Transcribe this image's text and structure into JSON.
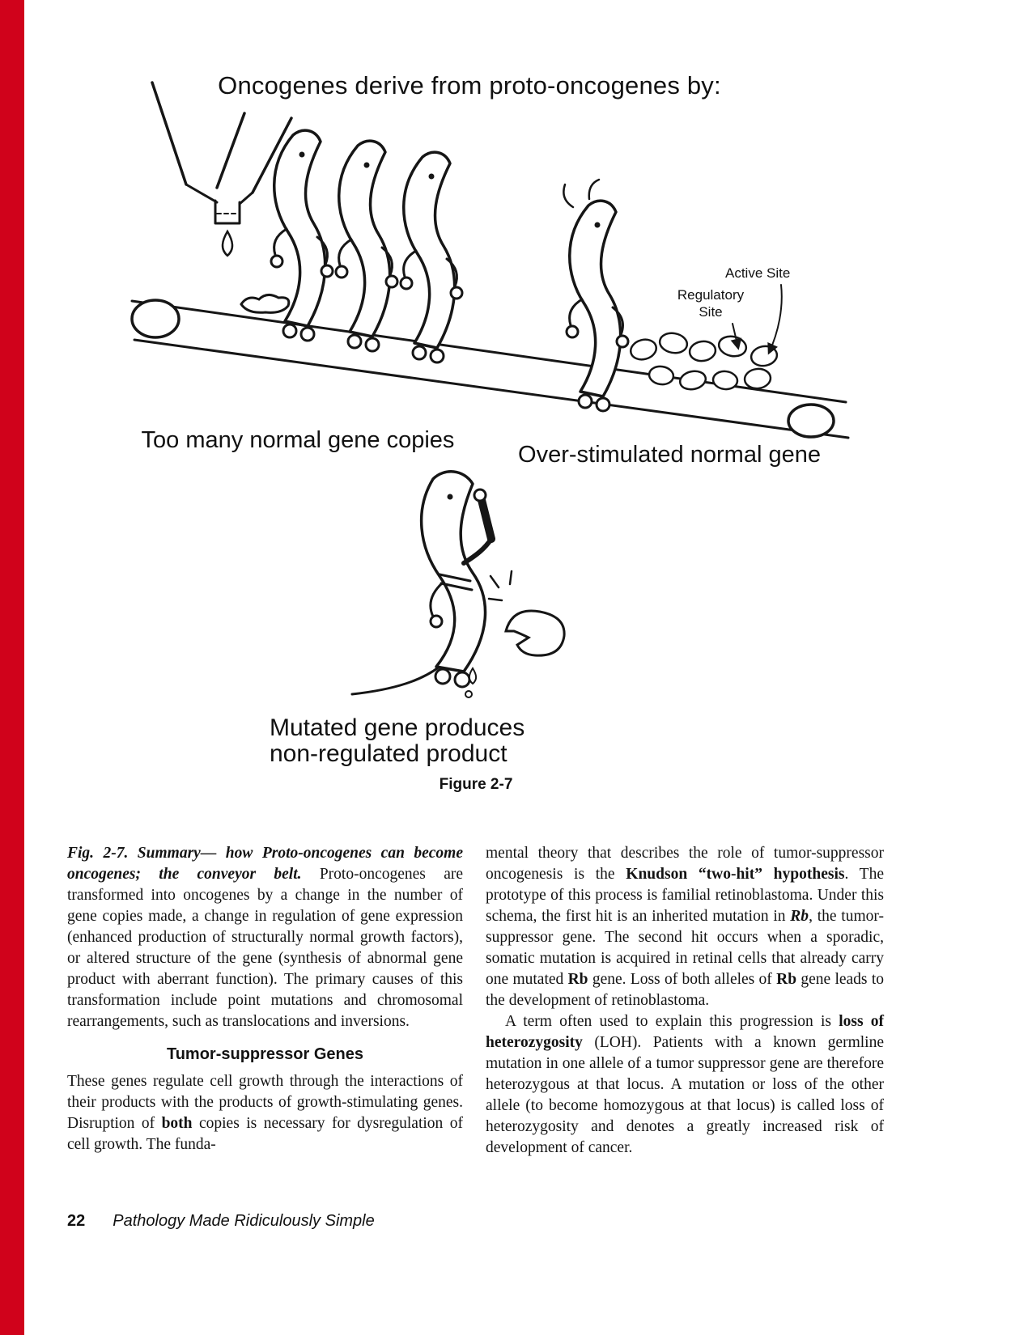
{
  "accent": {
    "stripe_color": "#d0021b"
  },
  "figure": {
    "title": "Oncogenes derive from proto-oncogenes by:",
    "labels": {
      "active_site": "Active Site",
      "regulatory_line1": "Regulatory",
      "regulatory_line2": "Site"
    },
    "captions": {
      "left": "Too many normal gene copies",
      "right": "Over-stimulated normal gene",
      "bottom_line1": "Mutated gene produces",
      "bottom_line2": "non-regulated product",
      "figure_number": "Figure 2-7"
    }
  },
  "body": {
    "left": {
      "p1_lead": "Fig. 2-7. Summary— how Proto-oncogenes can become oncogenes; the conveyor belt.",
      "p1_rest": " Proto-oncogenes are transformed into oncogenes by a change in the number of gene copies made, a change in regulation of gene expression (enhanced production of structurally normal growth factors), or altered structure of the gene (synthesis of abnormal gene product with aberrant function). The primary causes of this transformation include point mutations and chromosomal rearrangements, such as translocations and inversions.",
      "heading": "Tumor-suppressor Genes",
      "p2_a": "These genes regulate cell growth through the interactions of their products with the products of growth-stimulating genes. Disruption of ",
      "p2_bold": "both",
      "p2_b": " copies is necessary for dysregulation of cell growth. The funda-"
    },
    "right": {
      "p1_s0": "mental theory that describes the role of tumor-suppressor oncogenesis is the ",
      "p1_s1": "Knudson “two-hit” hypothesis",
      "p1_s2": ". The prototype of this process is familial retinoblastoma. Under this schema, the first hit is an inherited mutation in ",
      "p1_s3": "Rb",
      "p1_s4": ", the tumor-suppressor gene. The second hit occurs when a sporadic, somatic mutation is acquired in retinal cells that already carry one mutated ",
      "p1_s5": "Rb",
      "p1_s6": " gene. Loss of both alleles of ",
      "p1_s7": "Rb",
      "p1_s8": " gene leads to the development of retinoblastoma.",
      "p2_s0": "A term often used to explain this progression is ",
      "p2_s1": "loss of heterozygosity",
      "p2_s2": " (LOH). Patients with a known germline mutation in one allele of a tumor suppressor gene are therefore heterozygous at that locus. A mutation or loss of the other allele (to become homozygous at that locus) is called loss of heterozygosity and denotes a greatly increased risk of development of cancer."
    }
  },
  "footer": {
    "page_number": "22",
    "book_title": "Pathology Made Ridiculously Simple"
  }
}
